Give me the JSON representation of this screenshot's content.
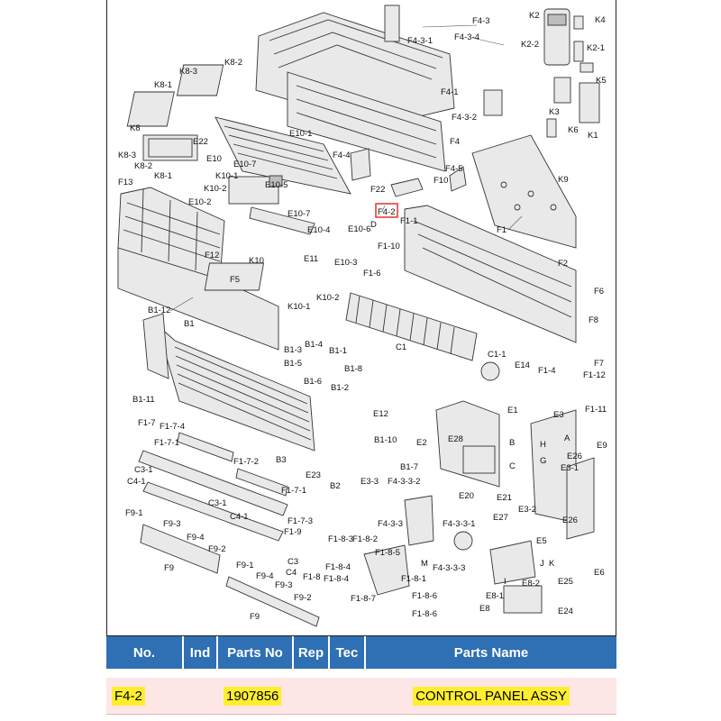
{
  "diagram": {
    "highlight_label": "F4-2",
    "labels": [
      {
        "id": "k2",
        "text": "K2"
      },
      {
        "id": "k4",
        "text": "K4"
      },
      {
        "id": "k2-2",
        "text": "K2-2"
      },
      {
        "id": "k2-1",
        "text": "K2-1"
      },
      {
        "id": "k5",
        "text": "K5"
      },
      {
        "id": "k3",
        "text": "K3"
      },
      {
        "id": "k6",
        "text": "K6"
      },
      {
        "id": "k1",
        "text": "K1"
      },
      {
        "id": "f4-3",
        "text": "F4-3"
      },
      {
        "id": "f4-3-1",
        "text": "F4-3-1"
      },
      {
        "id": "f4-3-4",
        "text": "F4-3-4"
      },
      {
        "id": "f4-1",
        "text": "F4-1"
      },
      {
        "id": "f4-3-2",
        "text": "F4-3-2"
      },
      {
        "id": "f4",
        "text": "F4"
      },
      {
        "id": "k8-2",
        "text": "K8-2"
      },
      {
        "id": "k8-3",
        "text": "K8-3"
      },
      {
        "id": "k8-1a",
        "text": "K8-1"
      },
      {
        "id": "k8",
        "text": "K8"
      },
      {
        "id": "k8-3b",
        "text": "K8-3"
      },
      {
        "id": "k8-2b",
        "text": "K8-2"
      },
      {
        "id": "k8-1b",
        "text": "K8-1"
      },
      {
        "id": "e22",
        "text": "E22"
      },
      {
        "id": "e10",
        "text": "E10"
      },
      {
        "id": "e10-1",
        "text": "E10-1"
      },
      {
        "id": "e10-7a",
        "text": "E10-7"
      },
      {
        "id": "k10-1",
        "text": "K10-1"
      },
      {
        "id": "k10-2",
        "text": "K10-2"
      },
      {
        "id": "e10-5",
        "text": "E10-5"
      },
      {
        "id": "f4-4",
        "text": "F4-4"
      },
      {
        "id": "f4-5",
        "text": "F4-5"
      },
      {
        "id": "f22",
        "text": "F22"
      },
      {
        "id": "f10",
        "text": "F10"
      },
      {
        "id": "k9",
        "text": "K9"
      },
      {
        "id": "f13",
        "text": "F13"
      },
      {
        "id": "e10-2",
        "text": "E10-2"
      },
      {
        "id": "e10-7b",
        "text": "E10-7"
      },
      {
        "id": "f4-2",
        "text": "F4-2"
      },
      {
        "id": "f1-1",
        "text": "F1-1"
      },
      {
        "id": "e10-4",
        "text": "E10-4"
      },
      {
        "id": "e10-6",
        "text": "E10-6"
      },
      {
        "id": "d",
        "text": "D"
      },
      {
        "id": "f1",
        "text": "F1"
      },
      {
        "id": "f12",
        "text": "F12"
      },
      {
        "id": "k10",
        "text": "K10"
      },
      {
        "id": "e11",
        "text": "E11"
      },
      {
        "id": "e10-3",
        "text": "E10-3"
      },
      {
        "id": "f1-10",
        "text": "F1-10"
      },
      {
        "id": "f2",
        "text": "F2"
      },
      {
        "id": "f5",
        "text": "F5"
      },
      {
        "id": "f1-6",
        "text": "F1-6"
      },
      {
        "id": "k10-2b",
        "text": "K10-2"
      },
      {
        "id": "k10-1b",
        "text": "K10-1"
      },
      {
        "id": "f6",
        "text": "F6"
      },
      {
        "id": "b1-12",
        "text": "B1-12"
      },
      {
        "id": "b1",
        "text": "B1"
      },
      {
        "id": "f8",
        "text": "F8"
      },
      {
        "id": "b1-4",
        "text": "B1-4"
      },
      {
        "id": "b1-1",
        "text": "B1-1"
      },
      {
        "id": "b1-3",
        "text": "B1-3"
      },
      {
        "id": "c1",
        "text": "C1"
      },
      {
        "id": "b1-5",
        "text": "B1-5"
      },
      {
        "id": "b1-8",
        "text": "B1-8"
      },
      {
        "id": "c1-1",
        "text": "C1-1"
      },
      {
        "id": "f7",
        "text": "F7"
      },
      {
        "id": "b1-6",
        "text": "B1-6"
      },
      {
        "id": "e14",
        "text": "E14"
      },
      {
        "id": "f1-4",
        "text": "F1-4"
      },
      {
        "id": "f1-12",
        "text": "F1-12"
      },
      {
        "id": "b1-2",
        "text": "B1-2"
      },
      {
        "id": "b1-11",
        "text": "B1-11"
      },
      {
        "id": "e1",
        "text": "E1"
      },
      {
        "id": "f1-11",
        "text": "F1-11"
      },
      {
        "id": "e12",
        "text": "E12"
      },
      {
        "id": "e3",
        "text": "E3"
      },
      {
        "id": "f1-7",
        "text": "F1-7"
      },
      {
        "id": "f1-7-4",
        "text": "F1-7-4"
      },
      {
        "id": "e28",
        "text": "E28"
      },
      {
        "id": "b1-10",
        "text": "B1-10"
      },
      {
        "id": "e2",
        "text": "E2"
      },
      {
        "id": "e9",
        "text": "E9"
      },
      {
        "id": "f1-7-1a",
        "text": "F1-7-1"
      },
      {
        "id": "b3",
        "text": "B3"
      },
      {
        "id": "f1-7-2",
        "text": "F1-7-2"
      },
      {
        "id": "b1-7",
        "text": "B1-7"
      },
      {
        "id": "e26a",
        "text": "E26"
      },
      {
        "id": "e3-1",
        "text": "E3-1"
      },
      {
        "id": "c3-1a",
        "text": "C3-1"
      },
      {
        "id": "e23",
        "text": "E23"
      },
      {
        "id": "c4-1a",
        "text": "C4-1"
      },
      {
        "id": "b2",
        "text": "B2"
      },
      {
        "id": "e3-3",
        "text": "E3-3"
      },
      {
        "id": "f4-3-3-2",
        "text": "F4-3-3-2"
      },
      {
        "id": "f1-7-1b",
        "text": "F1-7-1"
      },
      {
        "id": "e20",
        "text": "E20"
      },
      {
        "id": "e21",
        "text": "E21"
      },
      {
        "id": "c3-1b",
        "text": "C3-1"
      },
      {
        "id": "e3-2",
        "text": "E3-2"
      },
      {
        "id": "c4-1b",
        "text": "C4-1"
      },
      {
        "id": "e27",
        "text": "E27"
      },
      {
        "id": "e26b",
        "text": "E26"
      },
      {
        "id": "f9-1a",
        "text": "F9-1"
      },
      {
        "id": "f1-7-3",
        "text": "F1-7-3"
      },
      {
        "id": "f9-3a",
        "text": "F9-3"
      },
      {
        "id": "f4-3-3",
        "text": "F4-3-3"
      },
      {
        "id": "f4-3-3-1",
        "text": "F4-3-3-1"
      },
      {
        "id": "f1-9",
        "text": "F1-9"
      },
      {
        "id": "f9-4a",
        "text": "F9-4"
      },
      {
        "id": "f1-8-3",
        "text": "F1-8-3"
      },
      {
        "id": "f1-8-2",
        "text": "F1-8-2"
      },
      {
        "id": "e5",
        "text": "E5"
      },
      {
        "id": "f9-2a",
        "text": "F9-2"
      },
      {
        "id": "f1-8-5",
        "text": "F1-8-5"
      },
      {
        "id": "f9",
        "text": "F9"
      },
      {
        "id": "f9-1b",
        "text": "F9-1"
      },
      {
        "id": "c3",
        "text": "C3"
      },
      {
        "id": "f1-8-4a",
        "text": "F1-8-4"
      },
      {
        "id": "f4-3-3-3",
        "text": "F4-3-3-3"
      },
      {
        "id": "e6",
        "text": "E6"
      },
      {
        "id": "f9-4b",
        "text": "F9-4"
      },
      {
        "id": "c4",
        "text": "C4"
      },
      {
        "id": "f1-8",
        "text": "F1-8"
      },
      {
        "id": "f1-8-4b",
        "text": "F1-8-4"
      },
      {
        "id": "f1-8-1",
        "text": "F1-8-1"
      },
      {
        "id": "e8-2",
        "text": "E8-2"
      },
      {
        "id": "e25",
        "text": "E25"
      },
      {
        "id": "f9-3b",
        "text": "F9-3"
      },
      {
        "id": "f9-2b",
        "text": "F9-2"
      },
      {
        "id": "f1-8-6a",
        "text": "F1-8-6"
      },
      {
        "id": "e8-1",
        "text": "E8-1"
      },
      {
        "id": "f1-8-7",
        "text": "F1-8-7"
      },
      {
        "id": "e8",
        "text": "E8"
      },
      {
        "id": "e24",
        "text": "E24"
      },
      {
        "id": "f9b",
        "text": "F9"
      },
      {
        "id": "f1-8-6b",
        "text": "F1-8-6"
      },
      {
        "id": "m",
        "text": "M"
      },
      {
        "id": "a1",
        "text": "A"
      },
      {
        "id": "b-1",
        "text": "B"
      },
      {
        "id": "c-1",
        "text": "C"
      },
      {
        "id": "h1",
        "text": "H"
      },
      {
        "id": "g1",
        "text": "G"
      },
      {
        "id": "i1",
        "text": "I"
      },
      {
        "id": "j1",
        "text": "J"
      },
      {
        "id": "k-1",
        "text": "K"
      }
    ]
  },
  "table": {
    "headers": [
      "No.",
      "Ind",
      "Parts No",
      "Rep",
      "Tec",
      "Parts Name"
    ],
    "row": {
      "no": "F4-2",
      "parts_no": "1907856",
      "parts_name": "CONTROL PANEL ASSY"
    },
    "colors": {
      "header": "#2f6fb3",
      "row": "#fde6e6",
      "highlight": "#ffee2e",
      "callout": "#e0403c"
    }
  }
}
